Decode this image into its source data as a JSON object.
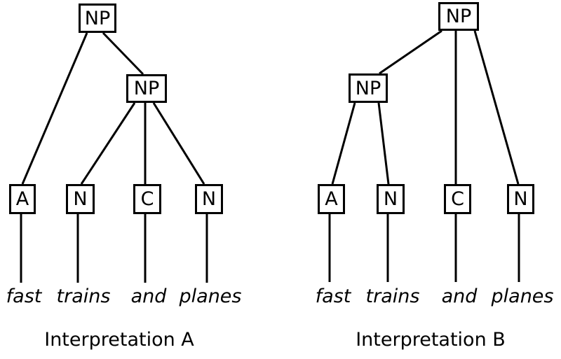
{
  "diagram": {
    "colors": {
      "background": "#ffffff",
      "stroke": "#000000",
      "text": "#000000"
    },
    "tree_a": {
      "caption": "Interpretation A",
      "nodes": [
        {
          "id": "np-root",
          "label": "NP"
        },
        {
          "id": "np-inner",
          "label": "NP"
        },
        {
          "id": "a",
          "label": "A"
        },
        {
          "id": "n1",
          "label": "N"
        },
        {
          "id": "c",
          "label": "C"
        },
        {
          "id": "n2",
          "label": "N"
        }
      ],
      "edges": [
        [
          "np-root",
          "a"
        ],
        [
          "np-root",
          "np-inner"
        ],
        [
          "np-inner",
          "n1"
        ],
        [
          "np-inner",
          "c"
        ],
        [
          "np-inner",
          "n2"
        ],
        [
          "a",
          "fast"
        ],
        [
          "n1",
          "trains"
        ],
        [
          "c",
          "and"
        ],
        [
          "n2",
          "planes"
        ]
      ],
      "words": [
        "fast",
        "trains",
        "and",
        "planes"
      ]
    },
    "tree_b": {
      "caption": "Interpretation B",
      "nodes": [
        {
          "id": "np-root",
          "label": "NP"
        },
        {
          "id": "np-inner",
          "label": "NP"
        },
        {
          "id": "a",
          "label": "A"
        },
        {
          "id": "n1",
          "label": "N"
        },
        {
          "id": "c",
          "label": "C"
        },
        {
          "id": "n2",
          "label": "N"
        }
      ],
      "edges": [
        [
          "np-root",
          "np-inner"
        ],
        [
          "np-root",
          "c"
        ],
        [
          "np-root",
          "n2"
        ],
        [
          "np-inner",
          "a"
        ],
        [
          "np-inner",
          "n1"
        ],
        [
          "a",
          "fast"
        ],
        [
          "n1",
          "trains"
        ],
        [
          "c",
          "and"
        ],
        [
          "n2",
          "planes"
        ]
      ],
      "words": [
        "fast",
        "trains",
        "and",
        "planes"
      ]
    }
  }
}
